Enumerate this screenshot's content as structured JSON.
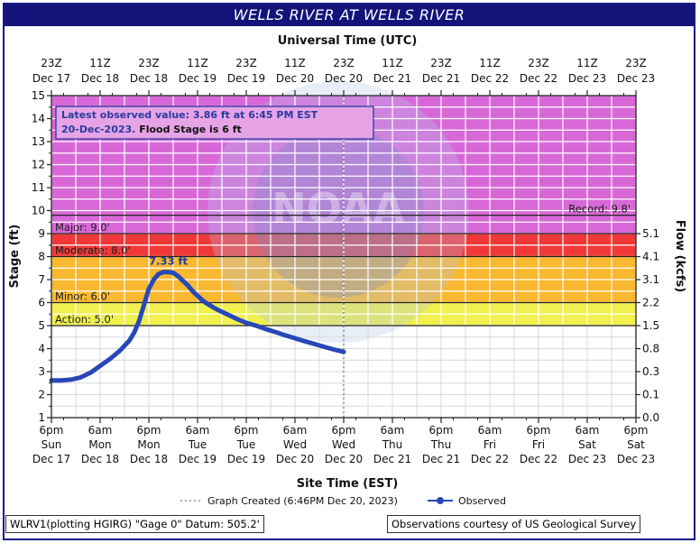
{
  "title": "WELLS RIVER AT WELLS RIVER",
  "footer": {
    "left": "WLRV1(plotting HGIRG) \"Gage 0\" Datum: 505.2'",
    "right": "Observations courtesy of US Geological Survey"
  },
  "chart_data": {
    "type": "line",
    "top_axis_label": "Universal Time (UTC)",
    "bottom_axis_label": "Site Time (EST)",
    "ylabel": "Stage (ft)",
    "y2label": "Flow (kcfs)",
    "ylim": [
      1,
      15
    ],
    "xlim": [
      0,
      12
    ],
    "yticks": [
      1,
      2,
      3,
      4,
      5,
      6,
      7,
      8,
      9,
      10,
      11,
      12,
      13,
      14,
      15
    ],
    "top_ticks": [
      {
        "t": "23Z",
        "d": "Dec 17"
      },
      {
        "t": "11Z",
        "d": "Dec 18"
      },
      {
        "t": "23Z",
        "d": "Dec 18"
      },
      {
        "t": "11Z",
        "d": "Dec 19"
      },
      {
        "t": "23Z",
        "d": "Dec 19"
      },
      {
        "t": "11Z",
        "d": "Dec 20"
      },
      {
        "t": "23Z",
        "d": "Dec 20"
      },
      {
        "t": "11Z",
        "d": "Dec 21"
      },
      {
        "t": "23Z",
        "d": "Dec 21"
      },
      {
        "t": "11Z",
        "d": "Dec 22"
      },
      {
        "t": "23Z",
        "d": "Dec 22"
      },
      {
        "t": "11Z",
        "d": "Dec 23"
      },
      {
        "t": "23Z",
        "d": "Dec 23"
      }
    ],
    "bottom_ticks": [
      {
        "t": "6pm",
        "w": "Sun",
        "d": "Dec 17"
      },
      {
        "t": "6am",
        "w": "Mon",
        "d": "Dec 18"
      },
      {
        "t": "6pm",
        "w": "Mon",
        "d": "Dec 18"
      },
      {
        "t": "6am",
        "w": "Tue",
        "d": "Dec 19"
      },
      {
        "t": "6pm",
        "w": "Tue",
        "d": "Dec 19"
      },
      {
        "t": "6am",
        "w": "Wed",
        "d": "Dec 20"
      },
      {
        "t": "6pm",
        "w": "Wed",
        "d": "Dec 20"
      },
      {
        "t": "6am",
        "w": "Thu",
        "d": "Dec 21"
      },
      {
        "t": "6pm",
        "w": "Thu",
        "d": "Dec 21"
      },
      {
        "t": "6am",
        "w": "Fri",
        "d": "Dec 22"
      },
      {
        "t": "6pm",
        "w": "Fri",
        "d": "Dec 22"
      },
      {
        "t": "6am",
        "w": "Sat",
        "d": "Dec 23"
      },
      {
        "t": "6pm",
        "w": "Sat",
        "d": "Dec 23"
      }
    ],
    "flow_ticks": [
      {
        "stage": 1,
        "label": "0.0"
      },
      {
        "stage": 2,
        "label": "0.1"
      },
      {
        "stage": 3,
        "label": "0.3"
      },
      {
        "stage": 4,
        "label": "0.8"
      },
      {
        "stage": 5,
        "label": "1.5"
      },
      {
        "stage": 6,
        "label": "2.2"
      },
      {
        "stage": 7,
        "label": "3.1"
      },
      {
        "stage": 8,
        "label": "4.1"
      },
      {
        "stage": 9,
        "label": "5.1"
      }
    ],
    "zones": [
      {
        "from": 5,
        "to": 6,
        "color": "#f0f050"
      },
      {
        "from": 6,
        "to": 8,
        "color": "#f8b830"
      },
      {
        "from": 8,
        "to": 9,
        "color": "#f03838"
      },
      {
        "from": 9,
        "to": 15,
        "color": "#d868d8"
      }
    ],
    "thresholds": [
      {
        "value": 5.0,
        "label": "Action: 5.0'"
      },
      {
        "value": 6.0,
        "label": "Minor: 6.0'"
      },
      {
        "value": 8.0,
        "label": "Moderate: 8.0'"
      },
      {
        "value": 9.0,
        "label": "Major: 9.0'"
      },
      {
        "value": 9.8,
        "label": "Record: 9.8'"
      }
    ],
    "series": [
      {
        "name": "Observed",
        "color": "#2848b8",
        "x": [
          0,
          0.2,
          0.4,
          0.6,
          0.8,
          1.0,
          1.2,
          1.4,
          1.6,
          1.7,
          1.8,
          1.9,
          2.0,
          2.1,
          2.2,
          2.3,
          2.4,
          2.5,
          2.6,
          2.7,
          2.8,
          2.9,
          3.0,
          3.1,
          3.2,
          3.4,
          3.6,
          3.8,
          4.0,
          4.2,
          4.4,
          4.6,
          4.8,
          5.0,
          5.2,
          5.4,
          5.6,
          5.8,
          6.0
        ],
        "y": [
          2.62,
          2.62,
          2.65,
          2.75,
          2.95,
          3.25,
          3.55,
          3.9,
          4.35,
          4.7,
          5.2,
          5.9,
          6.6,
          7.0,
          7.25,
          7.33,
          7.33,
          7.3,
          7.15,
          6.95,
          6.75,
          6.5,
          6.3,
          6.1,
          5.95,
          5.7,
          5.5,
          5.3,
          5.12,
          5.0,
          4.85,
          4.72,
          4.58,
          4.45,
          4.32,
          4.2,
          4.08,
          3.96,
          3.86
        ]
      }
    ],
    "peak_label": "7.33 ft",
    "peak_x": 2.4,
    "peak_y": 7.33,
    "graph_created_x": 6.0,
    "info_box": {
      "line1": "Latest observed value: 3.86 ft at 6:45 PM EST",
      "line2_a": "20-Dec-2023.",
      "line2_b": "Flood Stage is 6 ft"
    },
    "legend": {
      "created": "Graph Created (6:46PM Dec 20, 2023)",
      "observed": "Observed"
    },
    "watermark": "NOAA"
  }
}
